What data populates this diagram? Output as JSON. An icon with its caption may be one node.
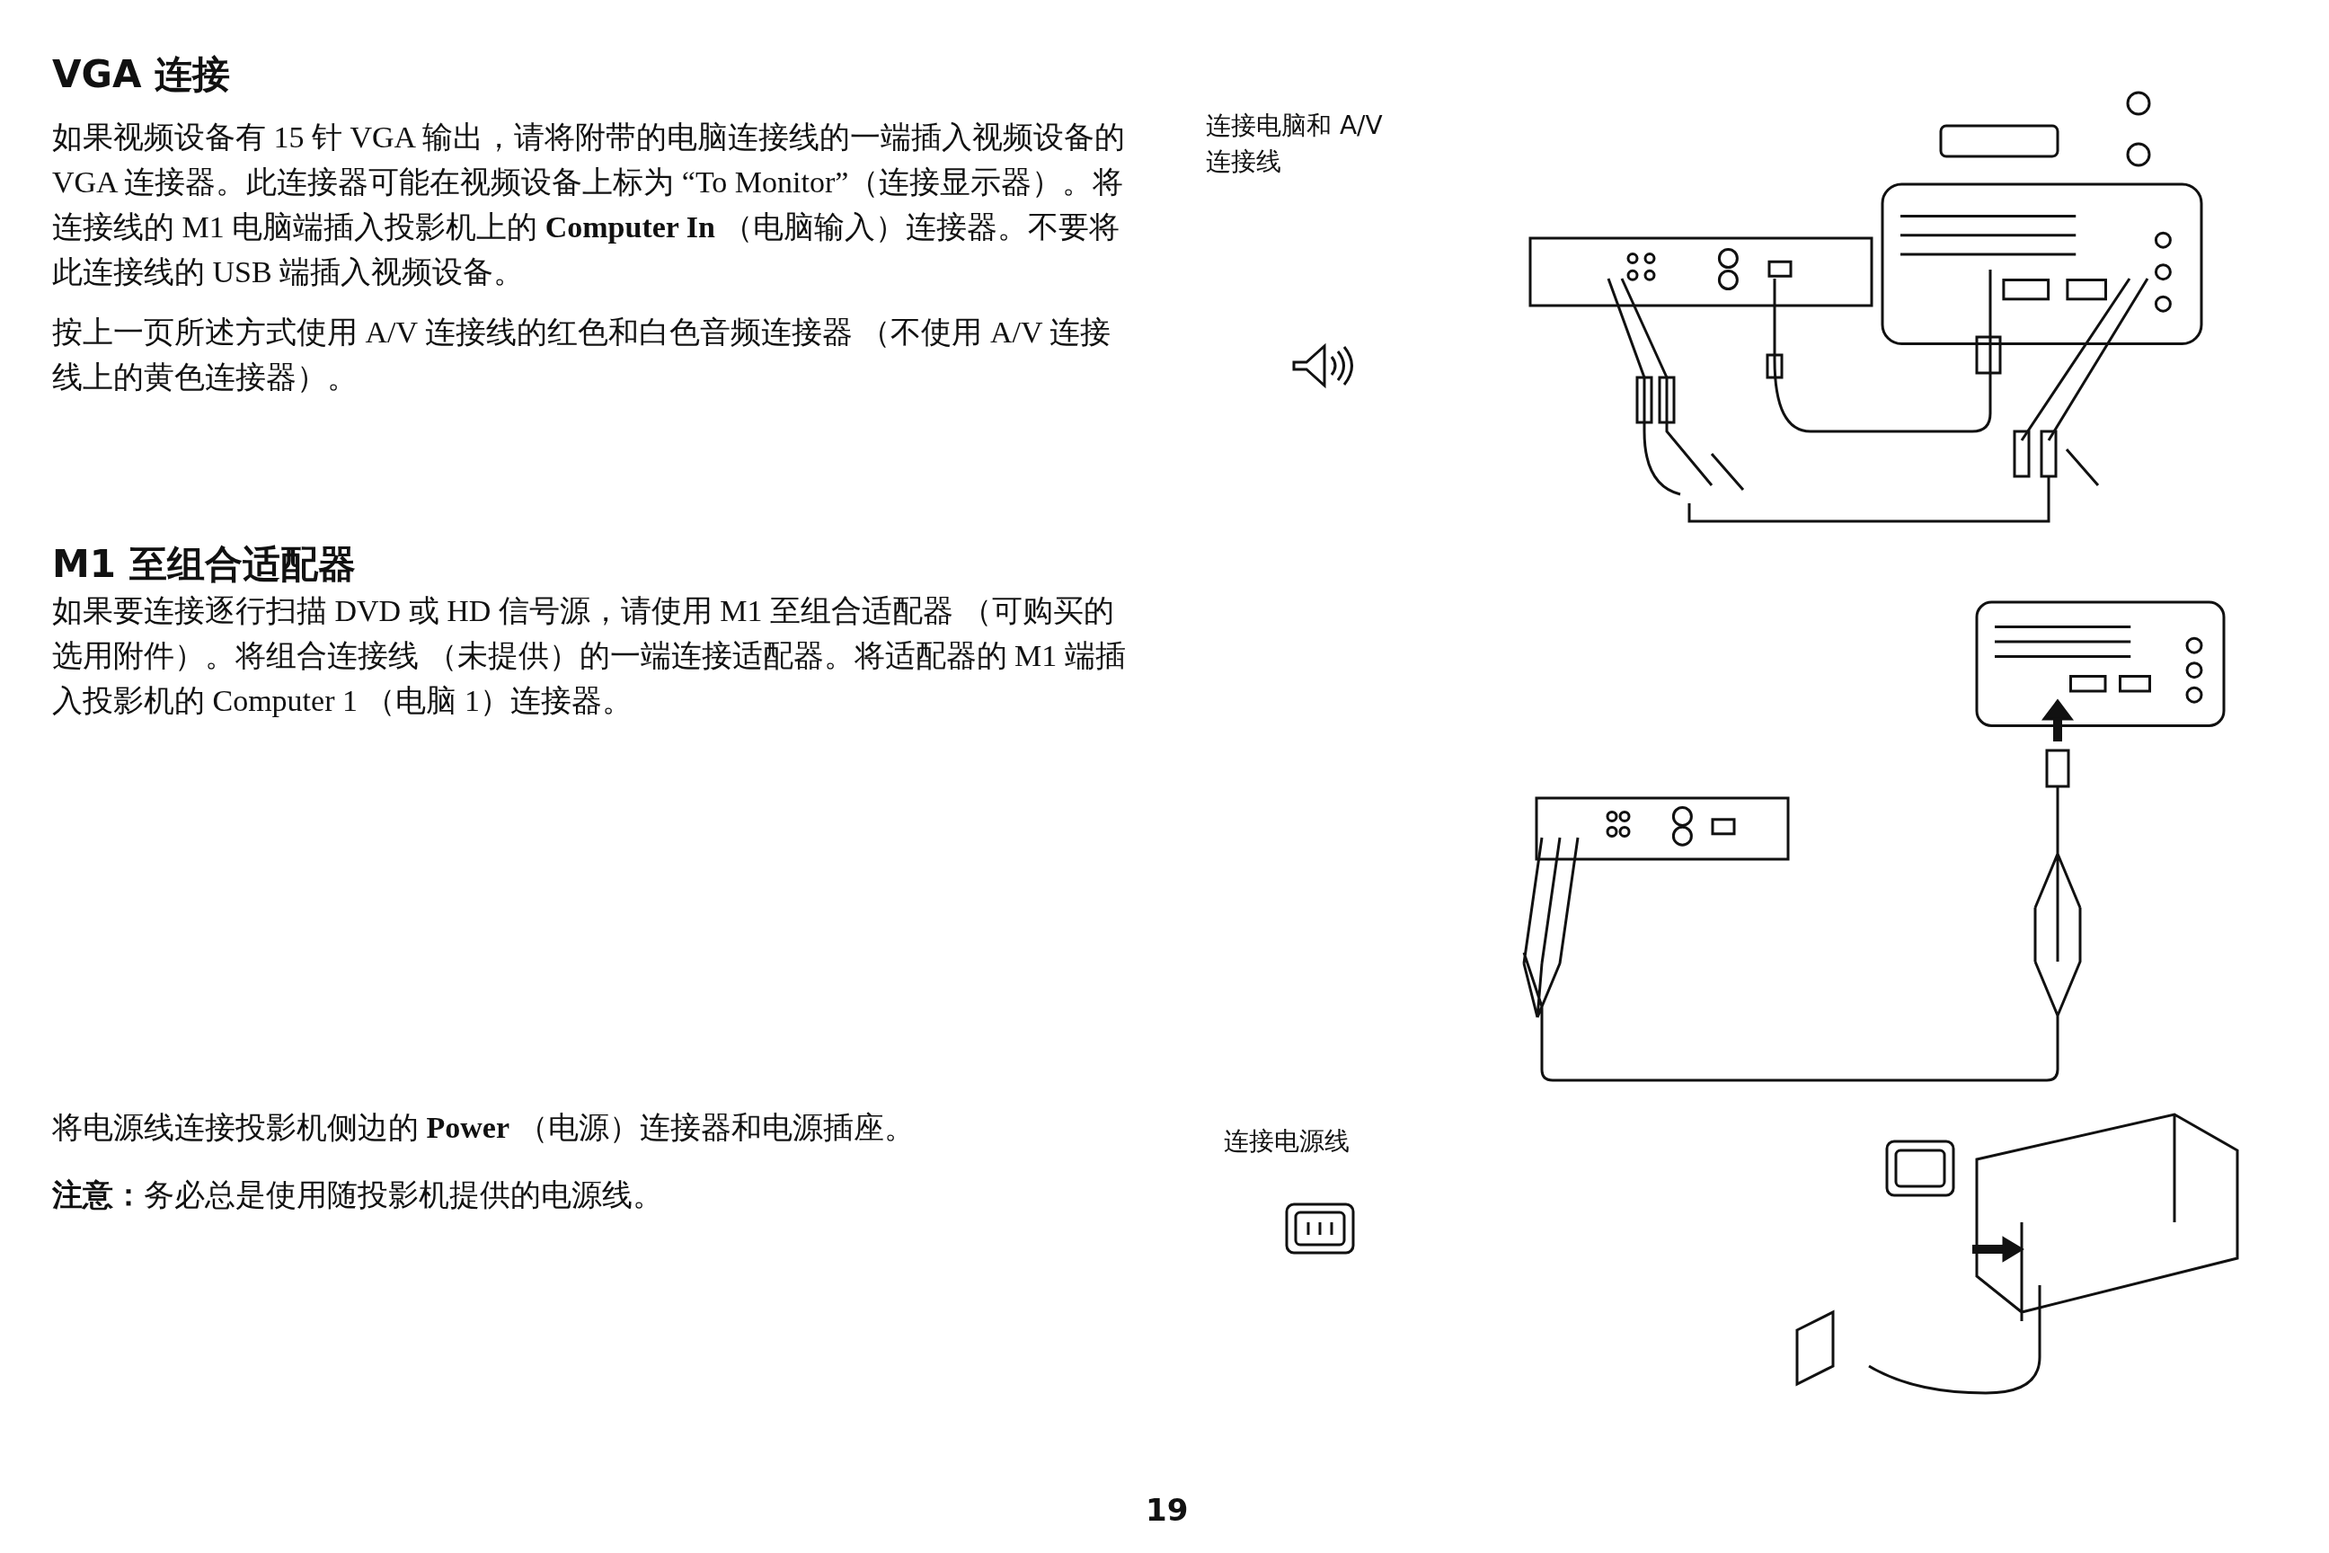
{
  "diagram": {
    "labels": [
      "VGA 连接",
      "如果视频设备有 15 针 VGA 输出，请将附带的电脑连接线的一端插入视频设备的 VGA 连接器。此连接器可能在视频设备上标为 “To Monitor”（连接显示器）。将连接线的 M1 电脑端插入投影机上的 **Computer In** （电脑输入）连接器。不要将此连接线的 USB 端插入视频设备。",
      "按上一页所述方式使用 A/V 连接线的红色和白色音频连接器 （不使用 A/V 连接线上的黄色连接器）。",
      "M1 至组合适配器",
      "如果要连接逐行扫描 DVD 或 HD 信号源，请使用 M1 至组合适配器 （可购买的选用附件）。将组合连接线 （未提供）的一端连接适配器。将适配器的 M1 端插入投影机的 Computer 1 （电脑 1）连接器。",
      "将电源线连接投影机侧边的 **Power** （电源）连接器和电源插座。",
      "**注意：**务必总是使用随投影机提供的电源线。",
      "连接电脑和 A/V 连接线",
      "连接电源线",
      "19"
    ]
  }
}
